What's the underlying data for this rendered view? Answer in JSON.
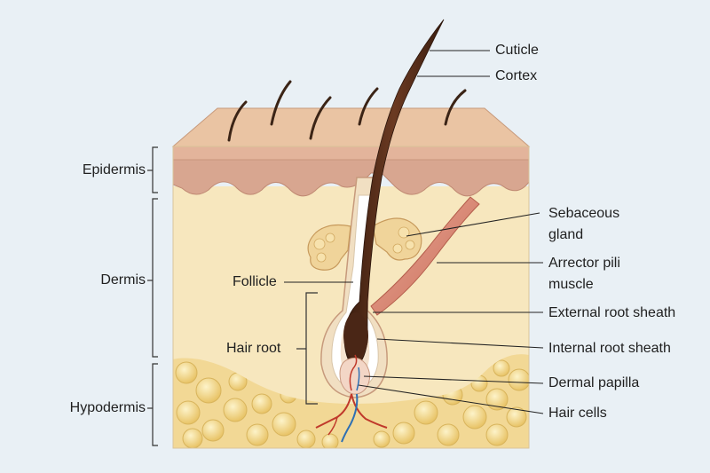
{
  "colors": {
    "background": "#e9f0f5",
    "skin_surface": "#e9bf9d",
    "epidermis": "#d9a88f",
    "dermis": "#f6e6bd",
    "hypodermis_fat": "#f3d98a",
    "hair": "#4e2a18",
    "muscle": "#d98a76",
    "leader_line": "#222222"
  },
  "left_labels": {
    "epidermis": "Epidermis",
    "dermis": "Dermis",
    "hypodermis": "Hypodermis"
  },
  "inner_labels": {
    "follicle": "Follicle",
    "hair_root": "Hair root"
  },
  "right_labels": {
    "cuticle": "Cuticle",
    "cortex": "Cortex",
    "sebaceous_gland": [
      "Sebaceous",
      "gland"
    ],
    "arrector_pili": [
      "Arrector pili",
      "muscle"
    ],
    "external_root_sheath": "External root sheath",
    "internal_root_sheath": "Internal root sheath",
    "dermal_papilla": "Dermal papilla",
    "hair_cells": "Hair cells"
  }
}
